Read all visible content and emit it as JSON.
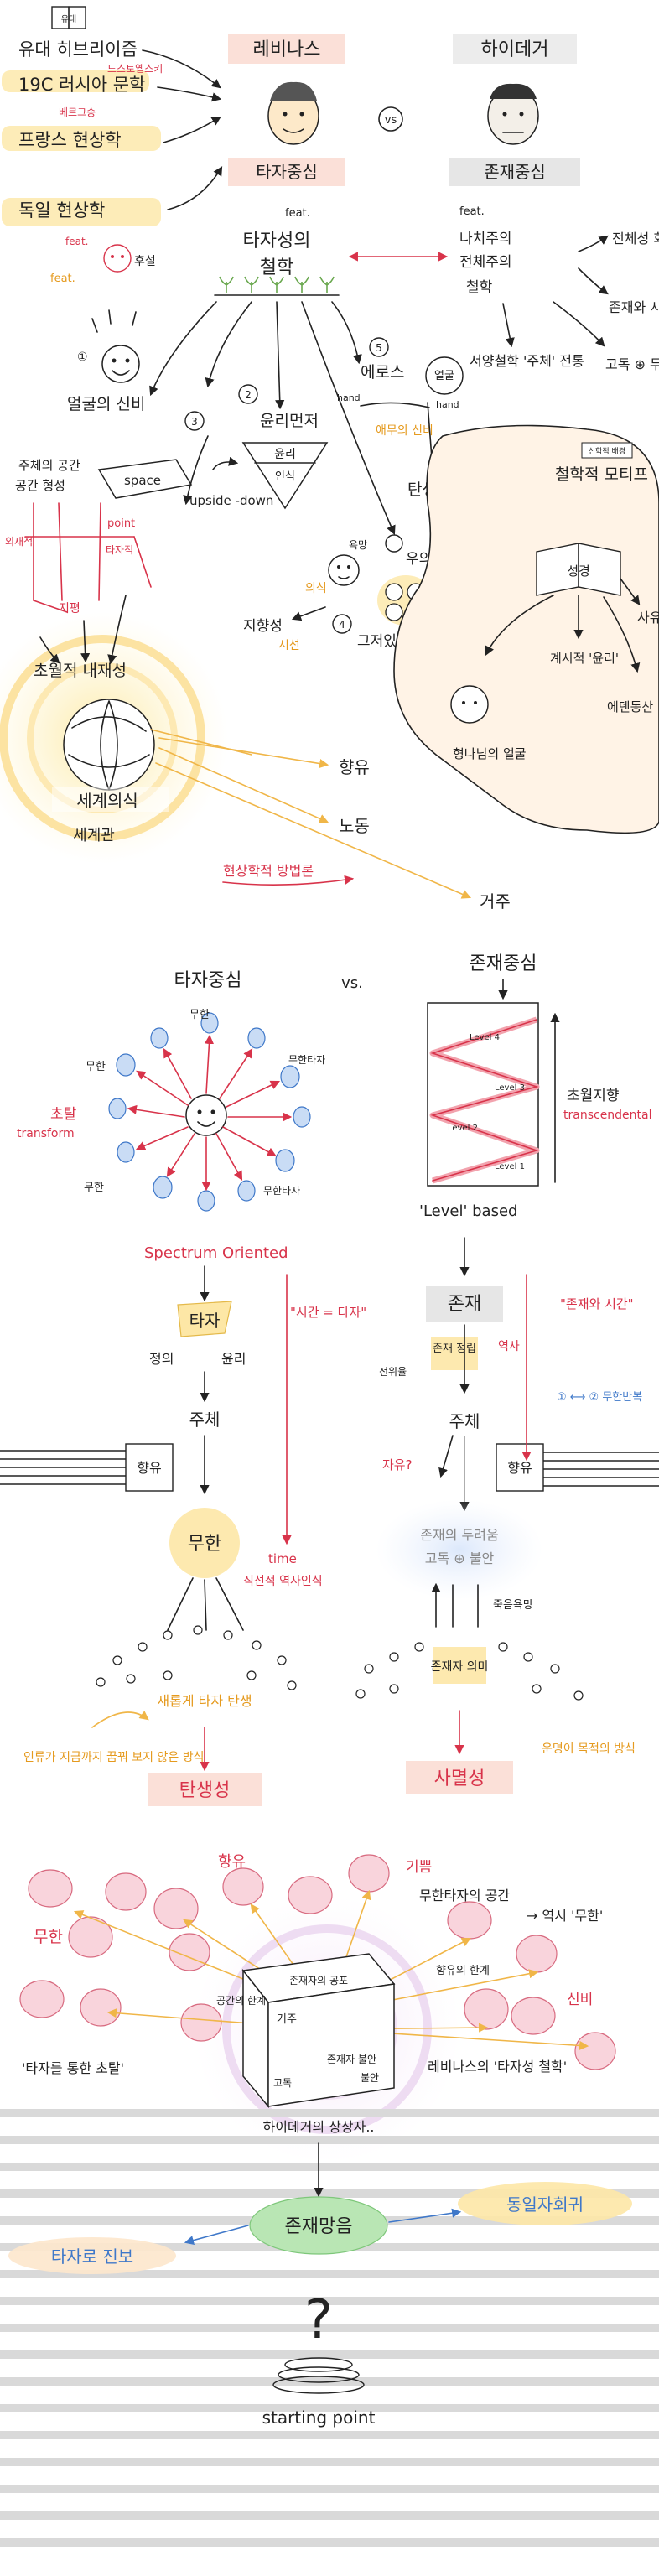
{
  "section1": {
    "book_icon_text": "유대",
    "sources": [
      "유대 히브리이즘",
      "19C 러시아 문학",
      "프랑스 현상학",
      "독일 현상학"
    ],
    "source_notes": [
      "도스토옙스키",
      "베르그송",
      "feat.",
      "후설"
    ],
    "levinas": {
      "name": "레비나스",
      "label": "타자중심"
    },
    "vs": "vs",
    "heidegger": {
      "name": "하이데거",
      "label": "존재중심"
    },
    "philosophy_title": [
      "feat.",
      "타자성의",
      "철학"
    ],
    "heidegger_philosophy": [
      "feat.",
      "나치주의",
      "전체주의",
      "철학"
    ],
    "heidegger_branches": [
      "전체성 회피",
      "존재와 시간",
      "고독 ⊕ 두려움",
      "서양철학 '주체' 전통"
    ],
    "infinity": "얼굴의 신비",
    "eros": {
      "number": "5",
      "title": "에로스",
      "hand": "hand",
      "face": "얼굴",
      "mystery": "애무의 신비"
    },
    "ethics": {
      "number": "2",
      "title": "윤리먼저",
      "pyramid_top": "윤리",
      "pyramid_bottom": "인식",
      "flip": "upside -down"
    },
    "consciousness": {
      "number": "4",
      "title": "우의식",
      "desire": "욕망",
      "ethic_label": "의식",
      "labels": [
        "지향성",
        "시선",
        "그저있음"
      ]
    },
    "space": {
      "number": "3",
      "title": "주체의 공간",
      "box": "space",
      "point": "point",
      "subtitle": "공간 형성",
      "left": "외재적",
      "right": "타자적",
      "bottom": "지평"
    },
    "world": {
      "title": "초월적 내재성",
      "core1": "세계의식",
      "core2": "세계관"
    },
    "outputs": [
      "향유",
      "노동",
      "거주"
    ],
    "method": "현상학적 방법론",
    "birth": "탄생성",
    "motif": {
      "tag": "신학적 배경",
      "title": "철학적 모티프",
      "book": "성경",
      "items": [
        "사유",
        "계시적 '윤리'",
        "에덴동산",
        "형나님의 얼굴"
      ]
    }
  },
  "section2": {
    "title_left": "타자중심",
    "vs": "vs.",
    "title_right": "존재중심",
    "ring_labels": [
      "무한",
      "무한타자",
      "무한",
      "무한타자",
      "무한"
    ],
    "transcend": "초탈",
    "transform": "transform",
    "levels": [
      "Level 1",
      "Level 2",
      "Level 3",
      "Level 4"
    ],
    "level_side": "초월지향",
    "level_side_en": "transcendental",
    "level_based": "'Level' based",
    "spectrum": "Spectrum Oriented",
    "other_box": "타자",
    "other_side": [
      "정의",
      "윤리"
    ],
    "other_quote": "\"시간 = 타자\"",
    "being_box": "존재",
    "being_side": [
      "존재 정립",
      "역사"
    ],
    "being_side_left": "전위율",
    "being_quote": "\"존재와 시간\"",
    "subject": "주체",
    "enjoy": "향유",
    "freedom": "자유?",
    "ethics_note": "① ⟷ ② 무한반복",
    "infinity": "무한",
    "time": "time",
    "time_note": "직선적 역사인식",
    "being_cloud": [
      "존재의 두려움",
      "고독 ⊕ 불안"
    ],
    "death_desire": "죽음욕망",
    "being_self": "존재자 의미",
    "birth_phrase": "새롭게 타자 탄생",
    "birth": "탄생성",
    "death": "사멸성",
    "note_left": "인류가 지금까지 꿈꿔 보지 않은 방식",
    "note_right": "운명이 목적의 방식",
    "finale": {
      "labels": [
        "무한",
        "향유",
        "기쁨",
        "무한타자의 공간",
        "→ 역시 '무한'",
        "향유의 한계",
        "신비"
      ],
      "box_labels": [
        "존재자의 공포",
        "공간의 한계",
        "거주",
        "존재자 불안",
        "고독",
        "불안"
      ],
      "caption_left": "'타자를 통한 초탈'",
      "caption_right": "레비나스의 '타자성 철학'",
      "caption_center": "하이데거의 상상자.."
    },
    "ending": {
      "center": "존재망음",
      "left": "타자로 진보",
      "right": "동일자회귀",
      "question": "?",
      "start": "starting point"
    }
  }
}
